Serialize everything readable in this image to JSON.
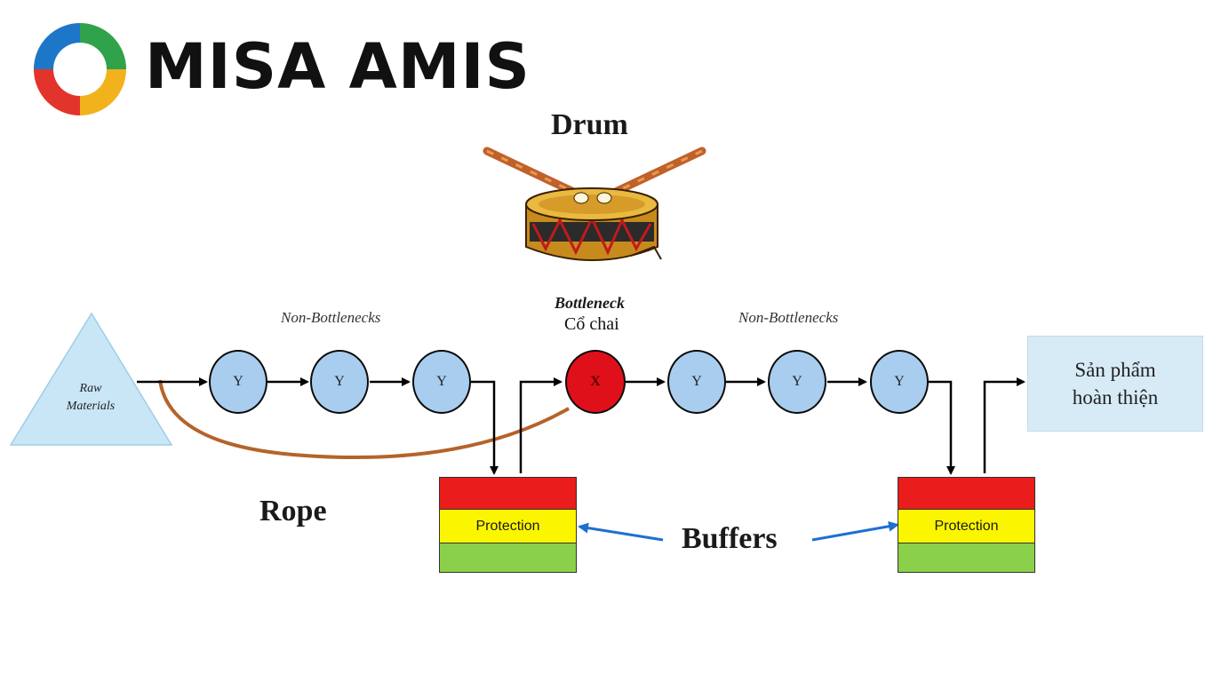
{
  "brand": {
    "name": "MISA AMIS"
  },
  "diagram": {
    "drum_label": "Drum",
    "rope_label": "Rope",
    "buffers_label": "Buffers",
    "raw_materials": [
      "Raw",
      "Materials"
    ],
    "non_bottlenecks_left": "Non-Bottlenecks",
    "non_bottlenecks_right": "Non-Bottlenecks",
    "bottleneck_label": "Bottleneck",
    "bottleneck_vi": "Cổ chai",
    "node_y": "Y",
    "node_x": "X",
    "buffer_text": "Protection",
    "finished": [
      "Sản phẩm",
      "hoàn thiện"
    ]
  },
  "colors": {
    "node_fill": "#a9cdee",
    "bottleneck_fill": "#e0101a",
    "buffer_red": "#ea1c1c",
    "buffer_yellow": "#fbf600",
    "buffer_green": "#8bd04a",
    "rope": "#b5632a",
    "buffer_arrows": "#1e6fd0",
    "triangle_fill": "#c8e6f6"
  }
}
